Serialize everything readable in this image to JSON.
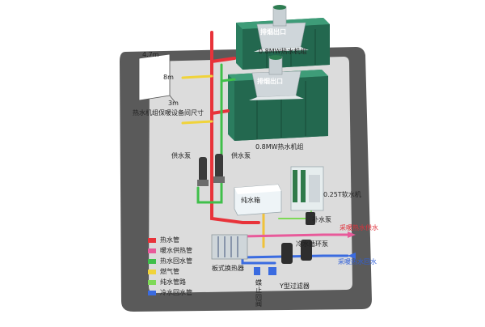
{
  "colors": {
    "hot_water": "#e8333a",
    "heating_supply": "#e85a9a",
    "hot_return": "#3fbf4a",
    "gas": "#f0d33a",
    "pure_water": "#7ed957",
    "cold_return": "#3a6be0",
    "unit_green": "#2a7a5f",
    "floor": "#5a5a5a",
    "pad": "#d9d9d9"
  },
  "labels": {
    "chimney_top": "排烟出口",
    "unit_top": "0.8MW热水机组",
    "chimney_bottom": "排烟出口",
    "unit_bottom": "0.8MW热水机组",
    "dim_width": "4.7m",
    "dim_height": "8m",
    "dim_depth": "3m",
    "size_caption": "热水机组保暖设备间尺寸",
    "supply_pump_left": "供水泵",
    "supply_pump_right": "供水泵",
    "pure_tank": "纯水箱",
    "softener": "0.25T软水机",
    "makeup_pump": "补水泵",
    "heating_supply_out": "采暖热水供水",
    "cold_pump": "冷水循环泵",
    "heating_return_in": "采暖热水回水",
    "plate_hx": "板式换热器",
    "check_valve": "蝶止回阀",
    "y_filter": "Y型过滤器"
  },
  "legend": [
    {
      "label": "热水管",
      "color": "#e8333a"
    },
    {
      "label": "暖水供热管",
      "color": "#e85a9a"
    },
    {
      "label": "热水回水管",
      "color": "#3fbf4a"
    },
    {
      "label": "燃气管",
      "color": "#f0d33a"
    },
    {
      "label": "纯水管路",
      "color": "#7ed957"
    },
    {
      "label": "冷水回水管",
      "color": "#3a6be0"
    }
  ]
}
